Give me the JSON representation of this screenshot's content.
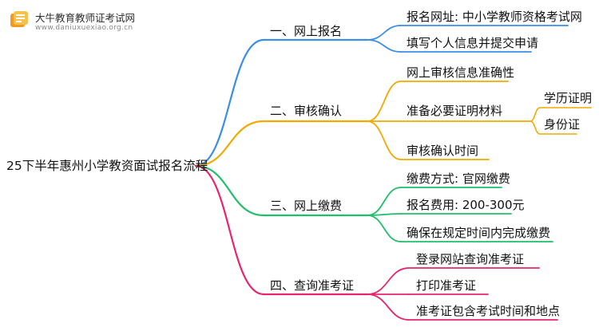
{
  "branding": {
    "name": "大牛教育教师证考试网",
    "url": "www.daniuxuexiao.org.cn"
  },
  "mindmap": {
    "root": "25下半年惠州小学教资面试报名流程",
    "branches": [
      {
        "label": "一、网上报名",
        "color": "#3a8ee6",
        "children": [
          {
            "label": "报名网址: 中小学教师资格考试网"
          },
          {
            "label": "填写个人信息并提交申请"
          }
        ]
      },
      {
        "label": "二、审核确认",
        "color": "#f2a900",
        "children": [
          {
            "label": "网上审核信息准确性"
          },
          {
            "label": "准备必要证明材料",
            "children": [
              "学历证明",
              "身份证"
            ]
          },
          {
            "label": "审核确认时间"
          }
        ]
      },
      {
        "label": "三、网上缴费",
        "color": "#1fbf6a",
        "children": [
          {
            "label": "缴费方式: 官网缴费"
          },
          {
            "label": "报名费用: 200-300元"
          },
          {
            "label": "确保在规定时间内完成缴费"
          }
        ]
      },
      {
        "label": "四、查询准考证",
        "color": "#e8246e",
        "children": [
          {
            "label": "登录网站查询准考证"
          },
          {
            "label": "打印准考证"
          },
          {
            "label": "准考证包含考试时间和地点"
          }
        ]
      }
    ]
  }
}
